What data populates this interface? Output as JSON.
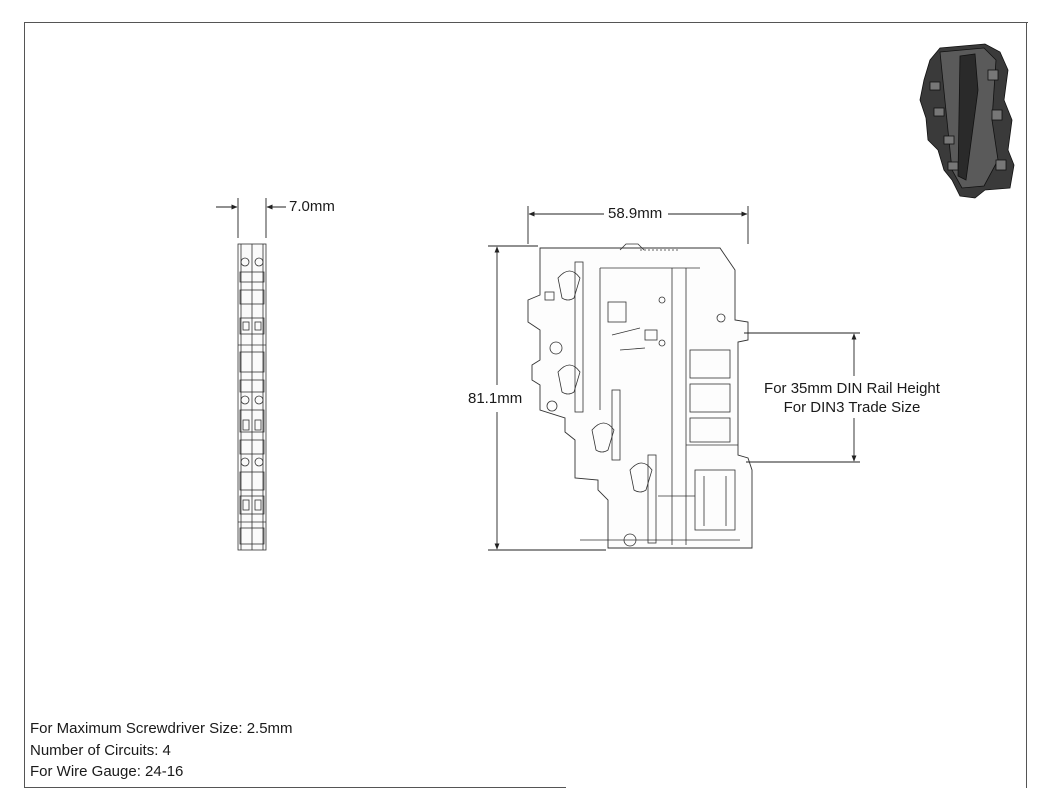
{
  "dimensions": {
    "width": "7.0mm",
    "length": "58.9mm",
    "height": "81.1mm"
  },
  "rail_note": {
    "line1": "For 35mm DIN Rail Height",
    "line2": "For DIN3 Trade Size"
  },
  "specs": [
    "For Maximum Screwdriver Size: 2.5mm",
    "Number of Circuits: 4",
    "For Wire Gauge: 24-16"
  ]
}
